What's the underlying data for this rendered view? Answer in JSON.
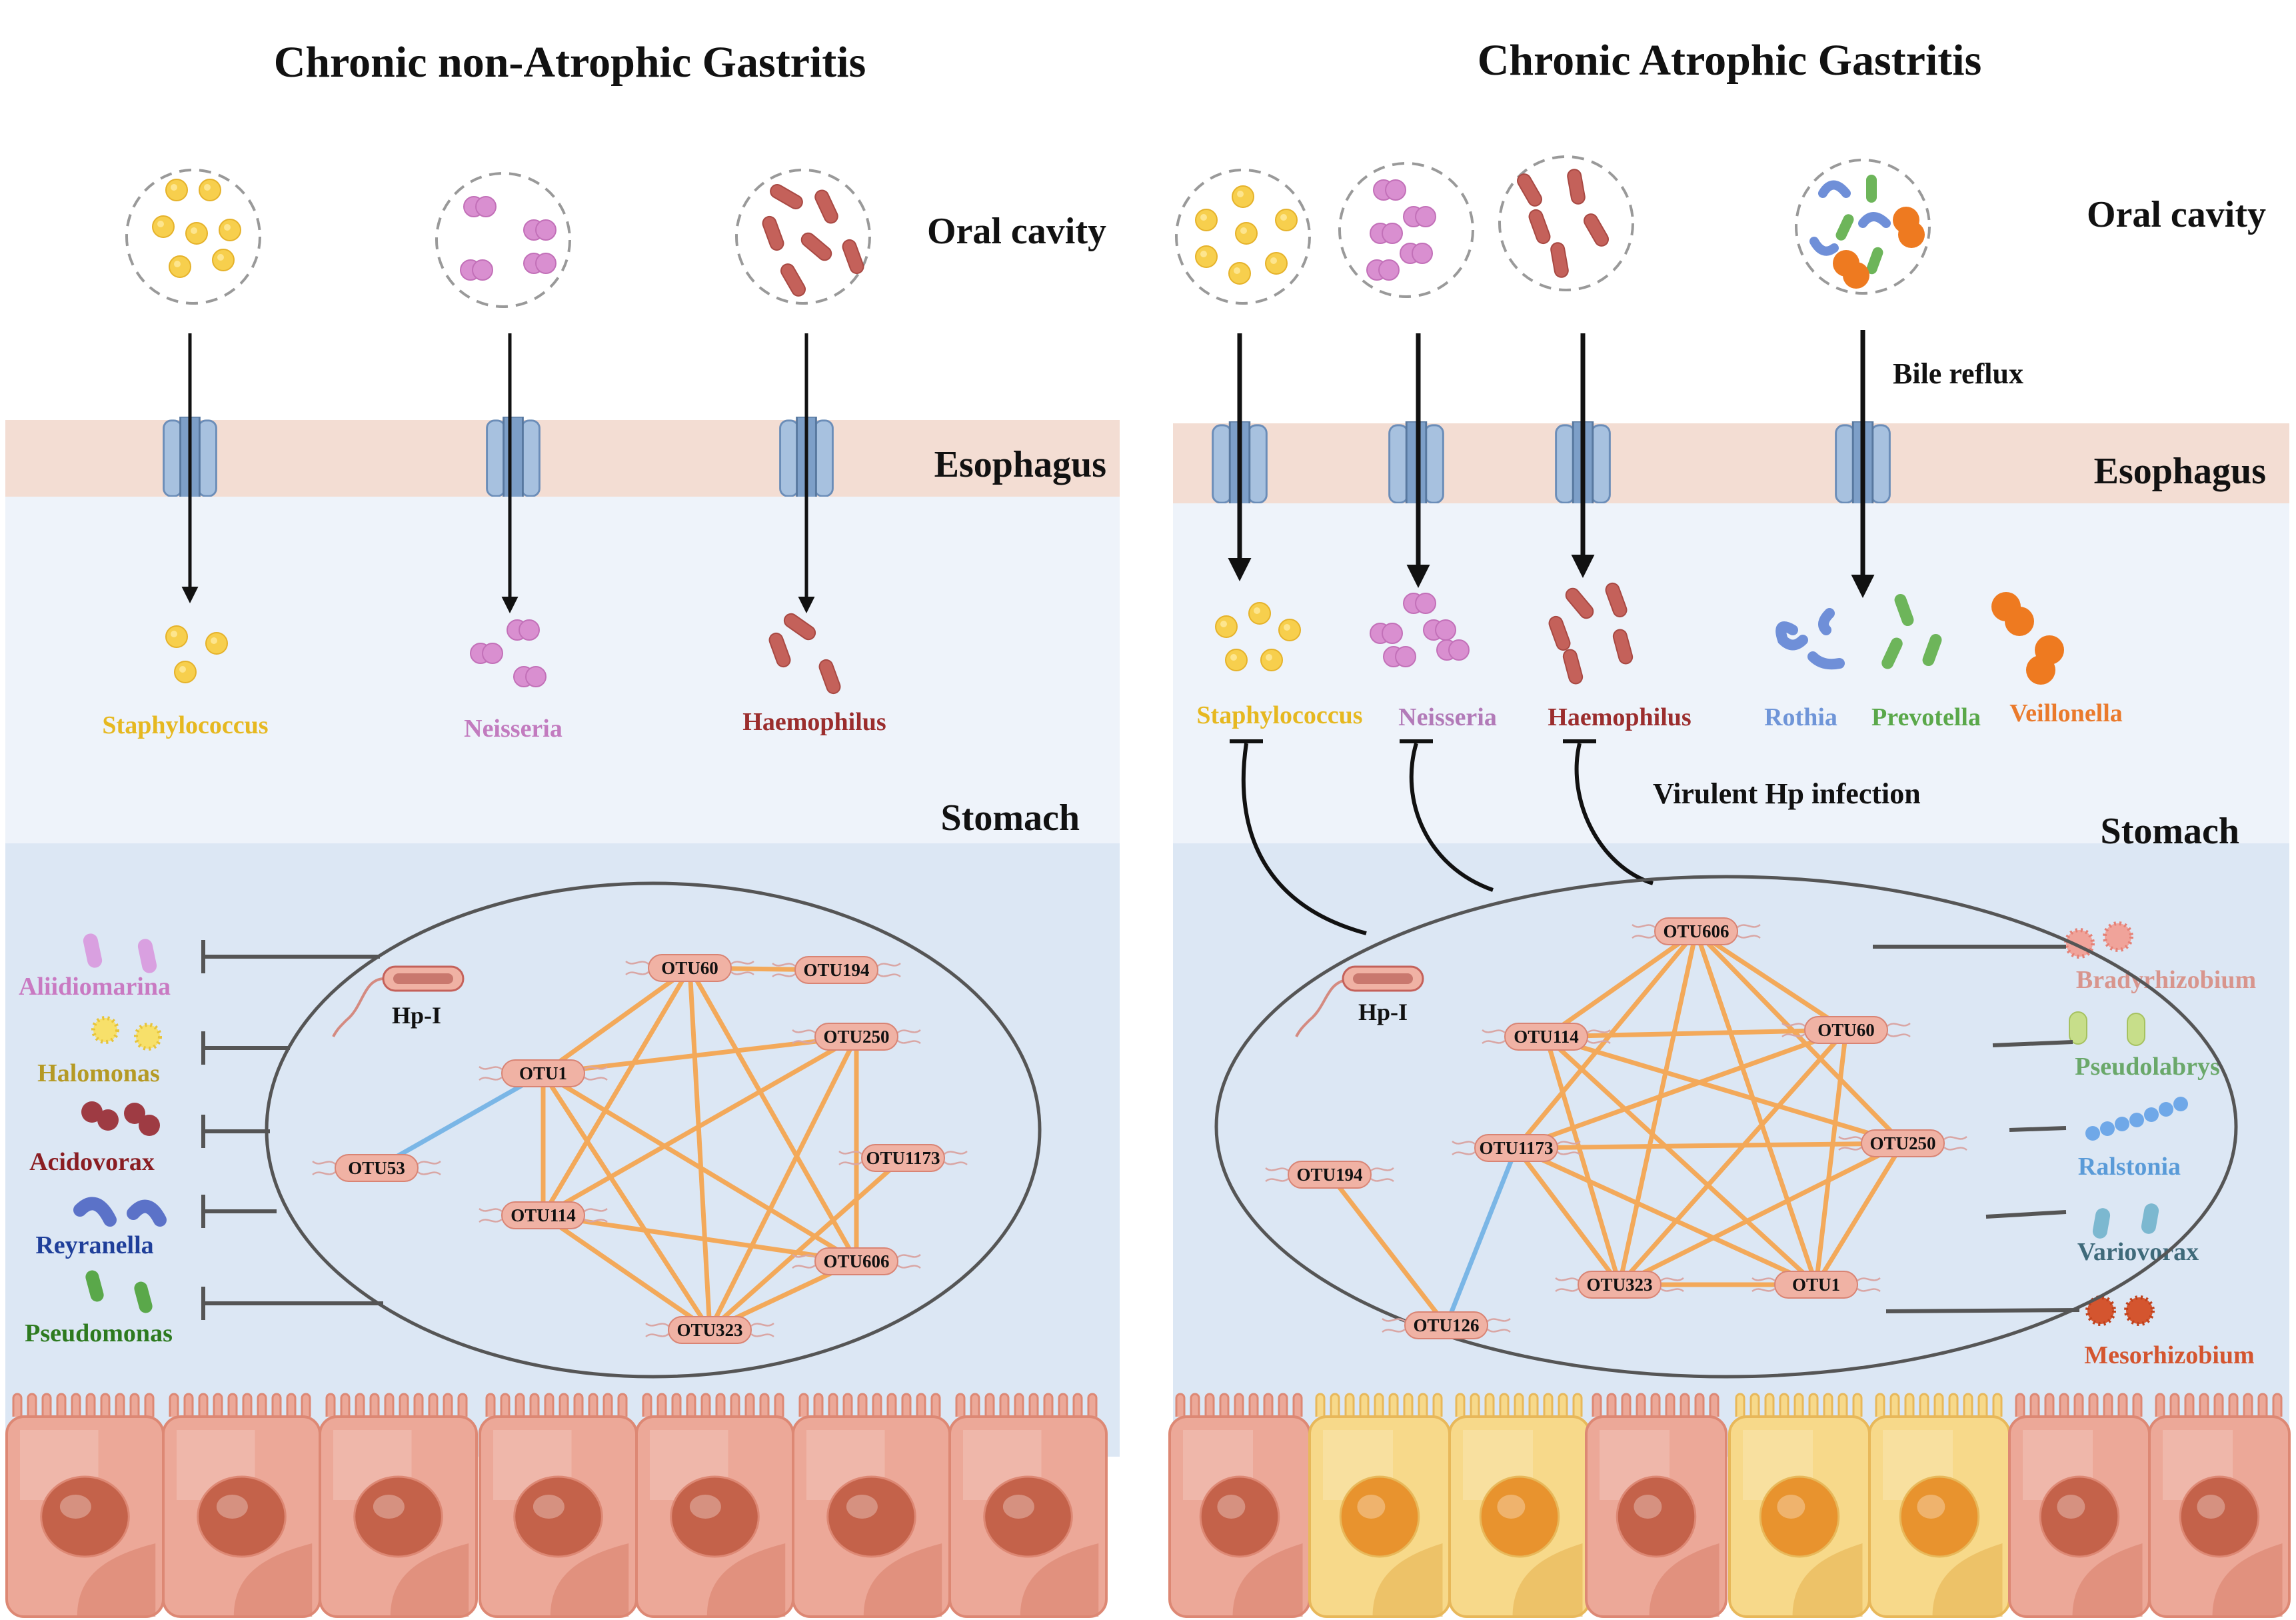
{
  "colors": {
    "staph": "#f2c230",
    "neisseria": "#d77fc0",
    "haemophilus": "#b5524a",
    "rothia": "#6f8fd8",
    "prevotella": "#6db55a",
    "veillonella": "#ee7a20",
    "edge_pos": "#f3a95a",
    "edge_neg": "#7ab6e6",
    "esophagus": "#f3ddd3",
    "stomach": "#dfe9f5",
    "cell": "#eca898",
    "cell_dark": "#dd8874",
    "nucleus": "#c4624a",
    "cell_yellow": "#f7d98a",
    "nucleus_yellow": "#e8932e"
  },
  "left": {
    "title": "Chronic non-Atrophic Gastritis",
    "oral_label": "Oral cavity",
    "esophagus_label": "Esophagus",
    "stomach_label": "Stomach",
    "oral_bacteria": [
      {
        "name": "Staphylococcus",
        "shape": "cocci-yellow-icon",
        "color": "#e6b820"
      },
      {
        "name": "Neisseria",
        "shape": "diplococci-pink-icon",
        "color": "#c27bbf"
      },
      {
        "name": "Haemophilus",
        "shape": "rod-red-icon",
        "color": "#9b2d2d"
      }
    ],
    "hp_label": "Hp-I",
    "inhibited": [
      {
        "name": "Aliidiomarina",
        "color": "#c97ac2"
      },
      {
        "name": "Halomonas",
        "color": "#b59a25"
      },
      {
        "name": "Acidovorax",
        "color": "#8a1d22"
      },
      {
        "name": "Reyranella",
        "color": "#1f3f9a"
      },
      {
        "name": "Pseudomonas",
        "color": "#2d7a1f"
      }
    ],
    "otus": [
      "OTU60",
      "OTU194",
      "OTU250",
      "OTU1",
      "OTU1173",
      "OTU53",
      "OTU114",
      "OTU606",
      "OTU323"
    ]
  },
  "right": {
    "title": "Chronic Atrophic Gastritis",
    "oral_label": "Oral cavity",
    "bile_label": "Bile reflux",
    "esophagus_label": "Esophagus",
    "stomach_label": "Stomach",
    "virulent_label": "Virulent Hp infection",
    "oral_bacteria": [
      {
        "name": "Staphylococcus",
        "color": "#e6b820"
      },
      {
        "name": "Neisseria",
        "color": "#b27ab8"
      },
      {
        "name": "Haemophilus",
        "color": "#9b2d2d"
      }
    ],
    "bile_bacteria": [
      {
        "name": "Rothia",
        "color": "#6f95d8"
      },
      {
        "name": "Prevotella",
        "color": "#5aa84a"
      },
      {
        "name": "Veillonella",
        "color": "#ea7a2c"
      }
    ],
    "hp_label": "Hp-I",
    "associated": [
      {
        "name": "Bradyrhizobium",
        "color": "#d8958d"
      },
      {
        "name": "Pseudolabrys",
        "color": "#6aa86a"
      },
      {
        "name": "Ralstonia",
        "color": "#5a9bd8"
      },
      {
        "name": "Variovorax",
        "color": "#3f6a7a"
      },
      {
        "name": "Mesorhizobium",
        "color": "#d4552f"
      }
    ],
    "otus": [
      "OTU606",
      "OTU114",
      "OTU60",
      "OTU1173",
      "OTU250",
      "OTU194",
      "OTU323",
      "OTU1",
      "OTU126"
    ]
  }
}
